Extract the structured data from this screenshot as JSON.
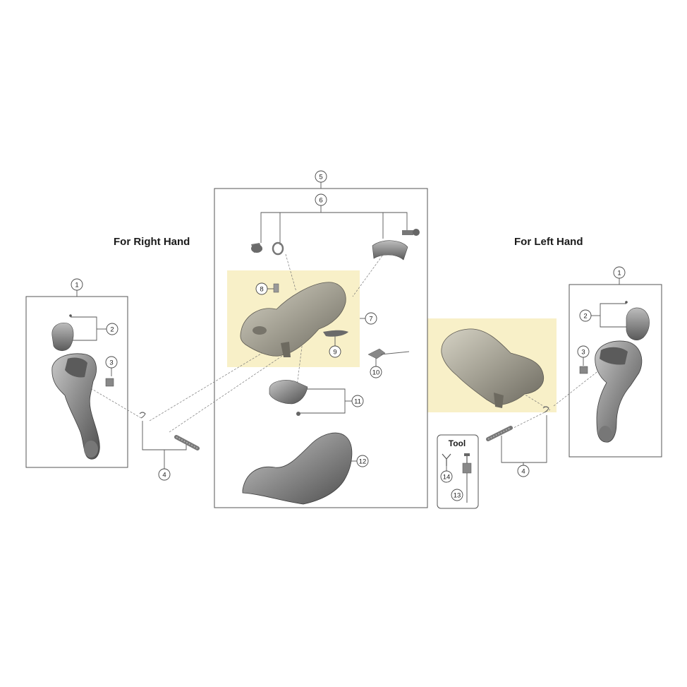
{
  "labels": {
    "right_hand": "For Right Hand",
    "left_hand": "For Left Hand",
    "tool": "Tool"
  },
  "callouts": {
    "right_1": "1",
    "right_2": "2",
    "right_3": "3",
    "right_4": "4",
    "c5": "5",
    "c6": "6",
    "c7": "7",
    "c8": "8",
    "c9": "9",
    "c10": "10",
    "c11": "11",
    "c12": "12",
    "c13": "13",
    "c14": "14",
    "left_1": "1",
    "left_2": "2",
    "left_3": "3",
    "left_4": "4"
  },
  "colors": {
    "highlight": "#f8f0c8",
    "part_dark": "#6b6b6b",
    "part_mid": "#8a8a8a",
    "part_light": "#b4b4b4",
    "line": "#555555"
  }
}
